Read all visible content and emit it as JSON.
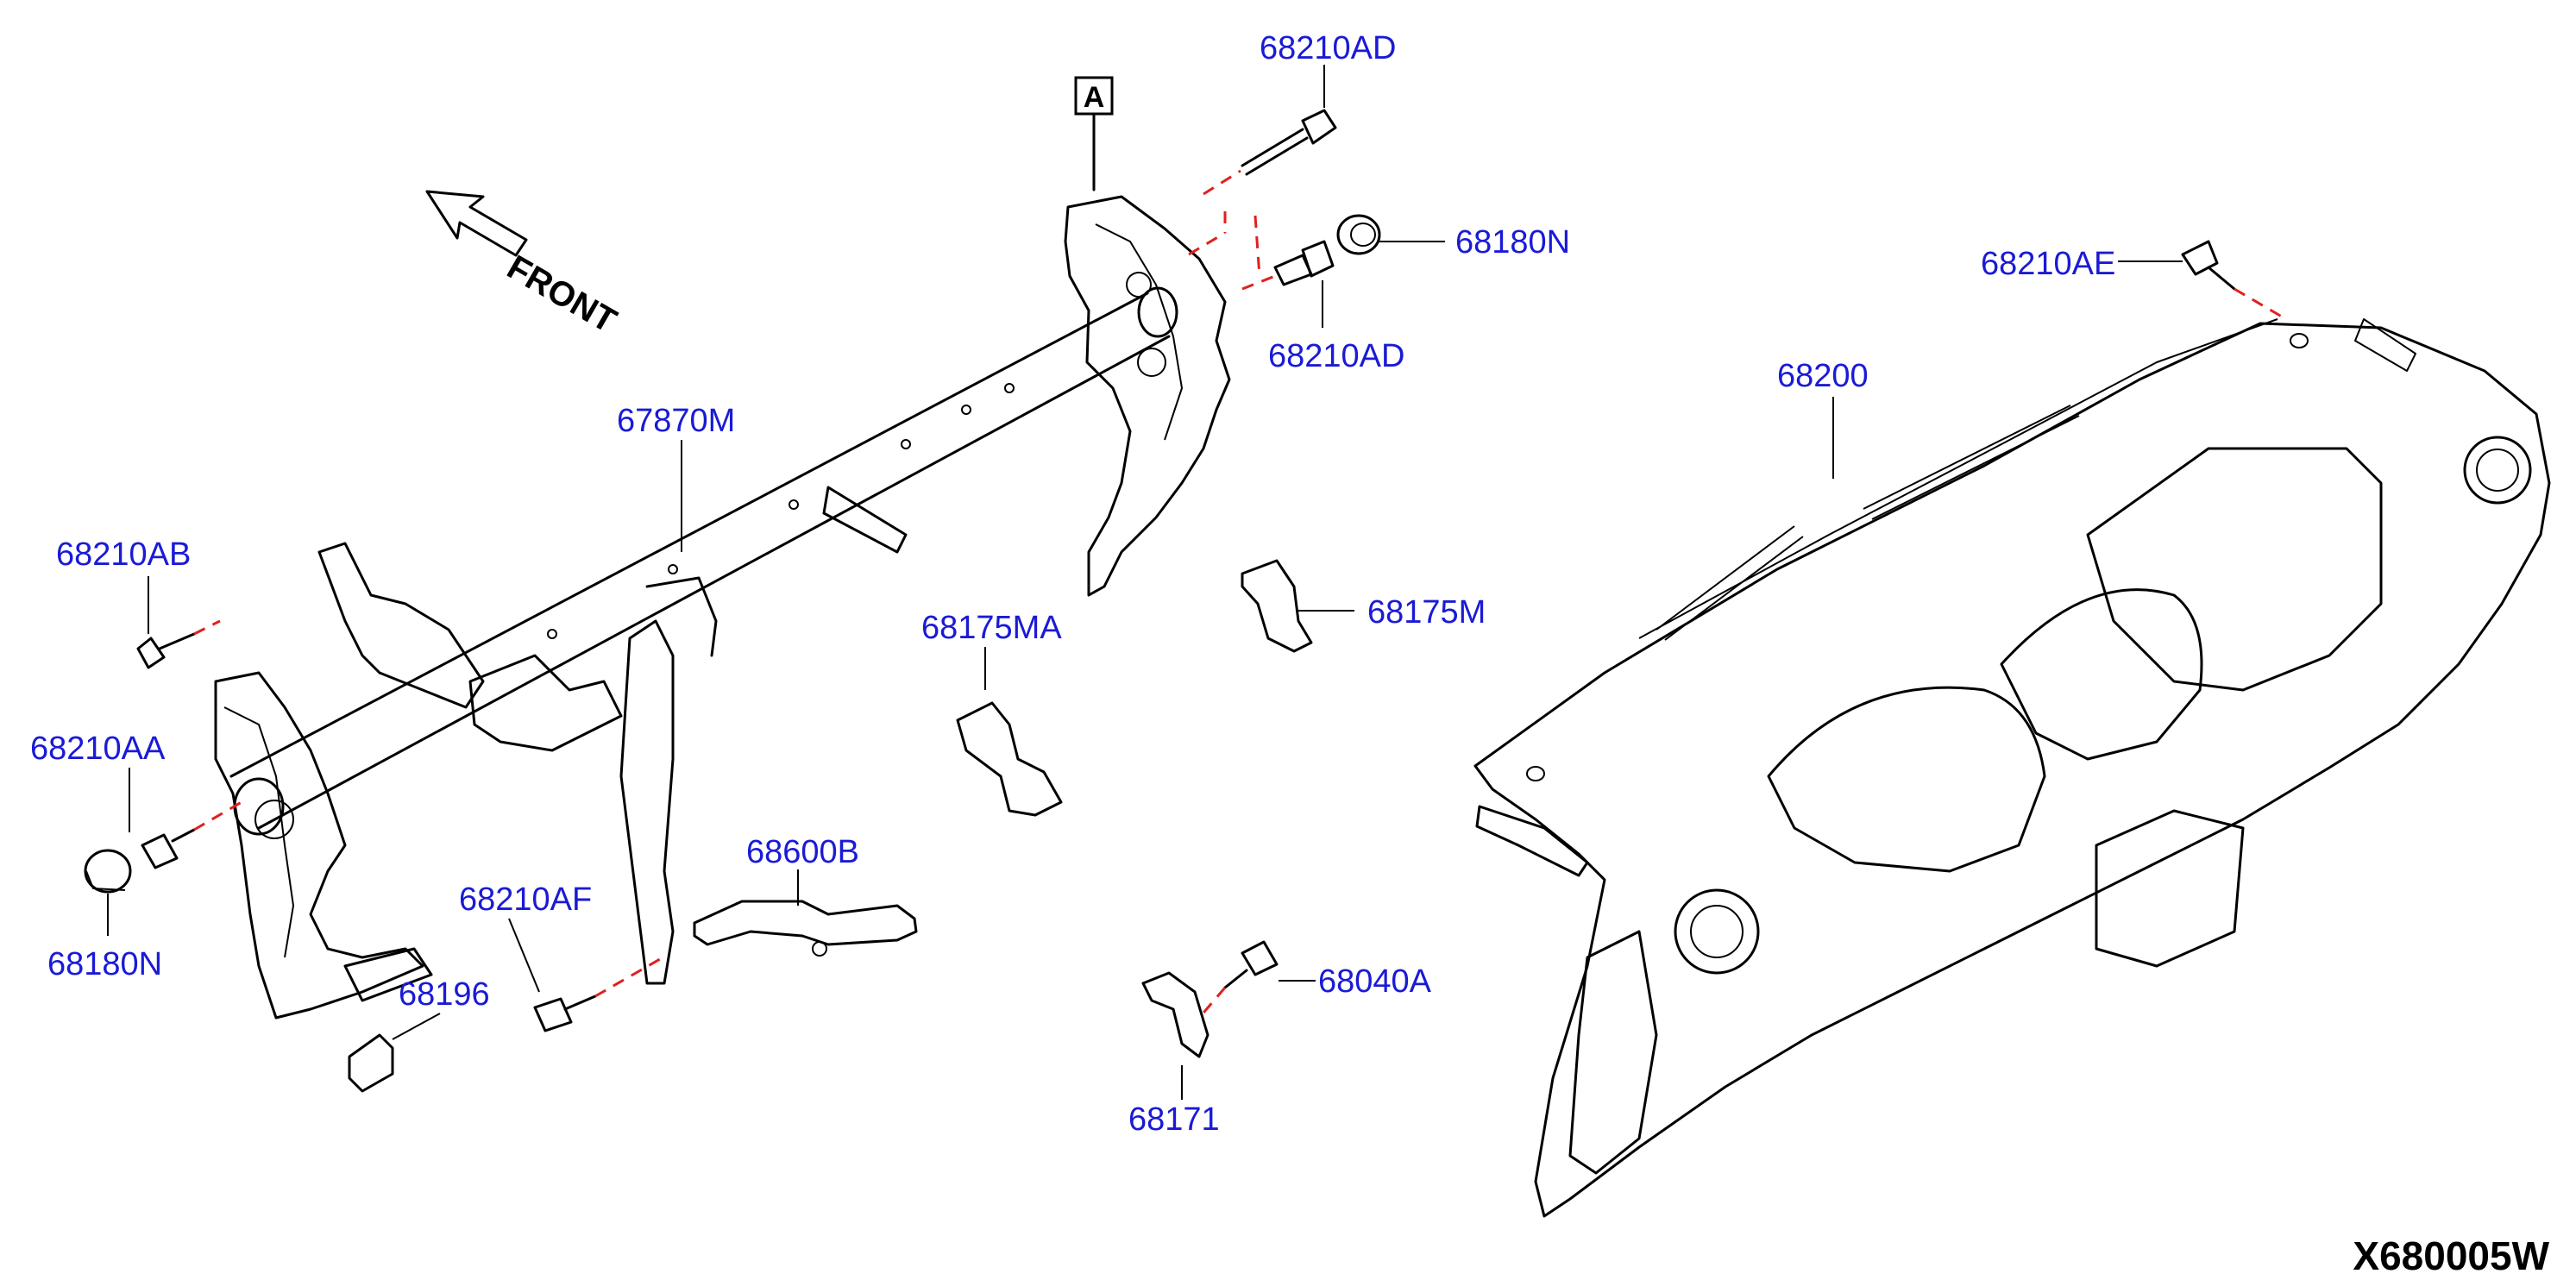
{
  "diagram": {
    "code": "X680005W",
    "front_label": "FRONT",
    "view_marker": "A",
    "label_color": "#1a1ad6",
    "leader_dash_color": "#e02020",
    "parts": [
      "68210AD",
      "68180N",
      "68210AD",
      "68210AE",
      "68200",
      "67870M",
      "68210AB",
      "68175MA",
      "68175M",
      "68210AA",
      "68600B",
      "68210AF",
      "68180N",
      "68196",
      "68040A",
      "68171"
    ]
  }
}
